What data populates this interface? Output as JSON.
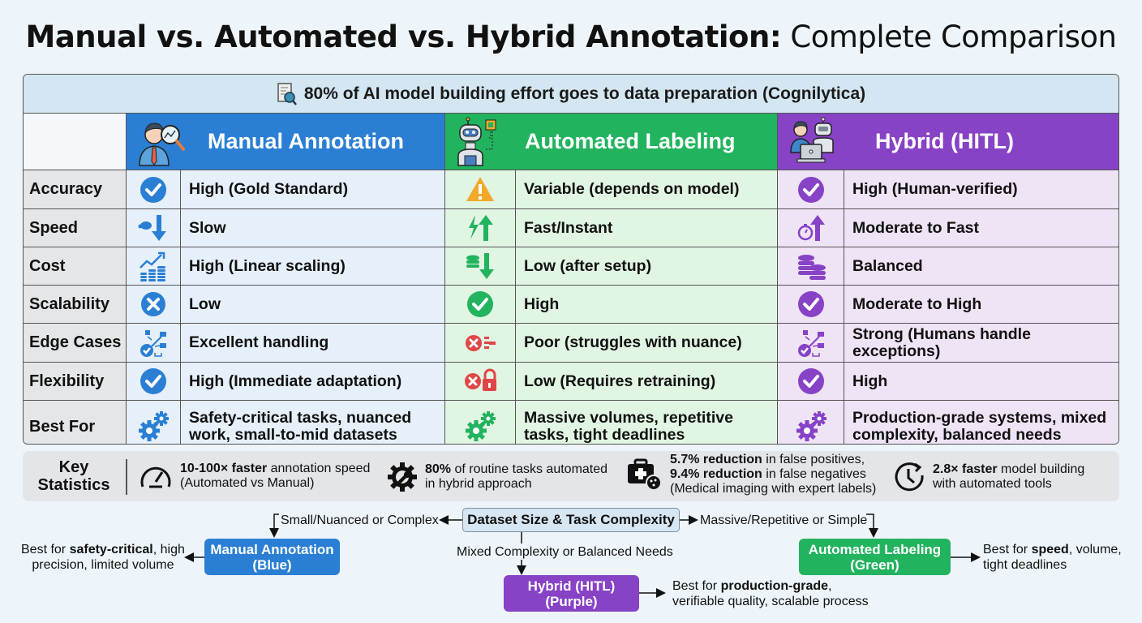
{
  "title": {
    "bold": "Manual vs. Automated vs. Hybrid Annotation:",
    "normal": " Complete Comparison"
  },
  "banner": {
    "icon": "document-search-icon",
    "text": "80% of AI model building effort goes to data preparation (Cognilytica)"
  },
  "colors": {
    "manual": "#2a7fd4",
    "automated": "#22b35e",
    "hybrid": "#8742c6",
    "warning": "#f2a92a",
    "error": "#e04646"
  },
  "columns": [
    {
      "key": "manual",
      "title": "Manual Annotation",
      "icon": "person-magnifier-icon"
    },
    {
      "key": "automated",
      "title": "Automated Labeling",
      "icon": "robot-chip-icon"
    },
    {
      "key": "hybrid",
      "title": "Hybrid (HITL)",
      "icon": "person-robot-laptop-icon"
    }
  ],
  "rows": [
    {
      "label": "Accuracy",
      "manual": {
        "icon": "check-circle-icon",
        "text": "High (Gold Standard)"
      },
      "automated": {
        "icon": "warning-triangle-icon",
        "text": "Variable (depends on model)"
      },
      "hybrid": {
        "icon": "check-circle-icon",
        "text": "High (Human-verified)"
      }
    },
    {
      "label": "Speed",
      "manual": {
        "icon": "turtle-down-arrow-icon",
        "text": "Slow"
      },
      "automated": {
        "icon": "lightning-up-arrow-icon",
        "text": "Fast/Instant"
      },
      "hybrid": {
        "icon": "stopwatch-up-arrow-icon",
        "text": "Moderate to Fast"
      }
    },
    {
      "label": "Cost",
      "manual": {
        "icon": "coins-rising-chart-icon",
        "text": "High (Linear scaling)"
      },
      "automated": {
        "icon": "coins-down-arrow-icon",
        "text": "Low (after setup)"
      },
      "hybrid": {
        "icon": "coin-stacks-icon",
        "text": "Balanced"
      }
    },
    {
      "label": "Scalability",
      "manual": {
        "icon": "x-circle-icon",
        "text": "Low"
      },
      "automated": {
        "icon": "check-circle-icon",
        "text": "High"
      },
      "hybrid": {
        "icon": "check-circle-icon",
        "text": "Moderate to High"
      }
    },
    {
      "label": "Edge Cases",
      "manual": {
        "icon": "check-network-icon",
        "text": "Excellent handling"
      },
      "automated": {
        "icon": "x-circle-list-icon",
        "text": "Poor (struggles with nuance)"
      },
      "hybrid": {
        "icon": "check-network-icon",
        "text": "Strong (Humans handle exceptions)"
      }
    },
    {
      "label": "Flexibility",
      "manual": {
        "icon": "check-circle-icon",
        "text": "High (Immediate adaptation)"
      },
      "automated": {
        "icon": "x-circle-lock-icon",
        "text": "Low (Requires retraining)"
      },
      "hybrid": {
        "icon": "check-circle-icon",
        "text": "High"
      }
    },
    {
      "label": "Best For",
      "manual": {
        "icon": "gears-icon",
        "text": "Safety-critical tasks, nuanced work, small-to-mid datasets"
      },
      "automated": {
        "icon": "gears-icon",
        "text": "Massive volumes, repetitive tasks, tight deadlines"
      },
      "hybrid": {
        "icon": "gears-icon",
        "text": "Production-grade systems, mixed complexity, balanced needs"
      }
    }
  ],
  "stats": {
    "label_line1": "Key",
    "label_line2": "Statistics",
    "items": [
      {
        "icon": "speedometer-icon",
        "bold": "10-100× faster",
        "rest": " annotation speed",
        "line2": "(Automated vs Manual)"
      },
      {
        "icon": "gear-wrench-icon",
        "bold": "80%",
        "rest": " of routine tasks automated",
        "line2": "in hybrid approach"
      },
      {
        "icon": "medical-kit-icon",
        "bold": "5.7% reduction",
        "rest": " in false positives,",
        "bold2": "9.4% reduction",
        "rest2": " in false negatives",
        "line3": "(Medical imaging with expert labels)"
      },
      {
        "icon": "clock-refresh-icon",
        "bold": "2.8× faster",
        "rest": " model building",
        "line2": "with automated tools"
      }
    ]
  },
  "flowchart": {
    "root": "Dataset Size & Task Complexity",
    "left_branch": "Small/Nuanced or Complex",
    "right_branch": "Massive/Repetitive or Simple",
    "down_branch": "Mixed Complexity or Balanced Needs",
    "manual_box": {
      "line1": "Manual Annotation",
      "line2": "(Blue)"
    },
    "automated_box": {
      "line1": "Automated Labeling",
      "line2": "(Green)"
    },
    "hybrid_box": {
      "line1": "Hybrid (HITL)",
      "line2": "(Purple)"
    },
    "manual_note": {
      "pre": "Best for ",
      "bold": "safety-critical",
      "post": ", high",
      "line2": "precision, limited volume"
    },
    "automated_note": {
      "pre": "Best for ",
      "bold": "speed",
      "post": ", volume,",
      "line2": "tight deadlines"
    },
    "hybrid_note": {
      "pre": "Best for ",
      "bold": "production-grade",
      "post": ",",
      "line2": "verifiable quality, scalable process"
    }
  }
}
